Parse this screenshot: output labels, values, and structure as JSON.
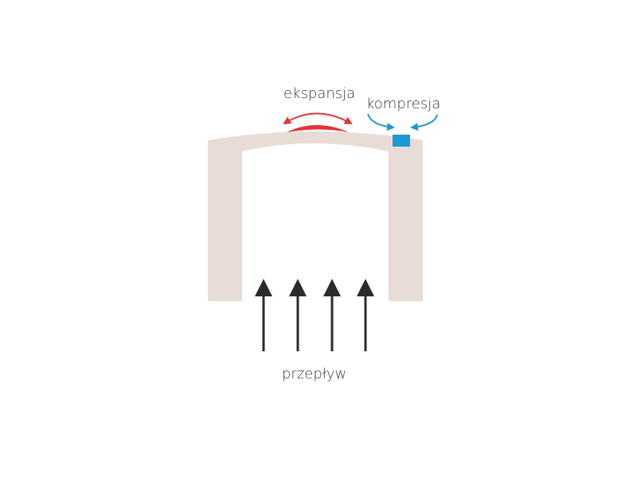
{
  "labels": {
    "expansion": "ekspansja",
    "compression": "kompresja",
    "flow": "przepływ"
  },
  "colors": {
    "structure": "#e8dcd6",
    "expansion": "#e03535",
    "compression": "#1a9ad6",
    "flow_arrows": "#2b2b2b",
    "text": "#3a3a3a"
  },
  "flow_arrow_count": 4
}
